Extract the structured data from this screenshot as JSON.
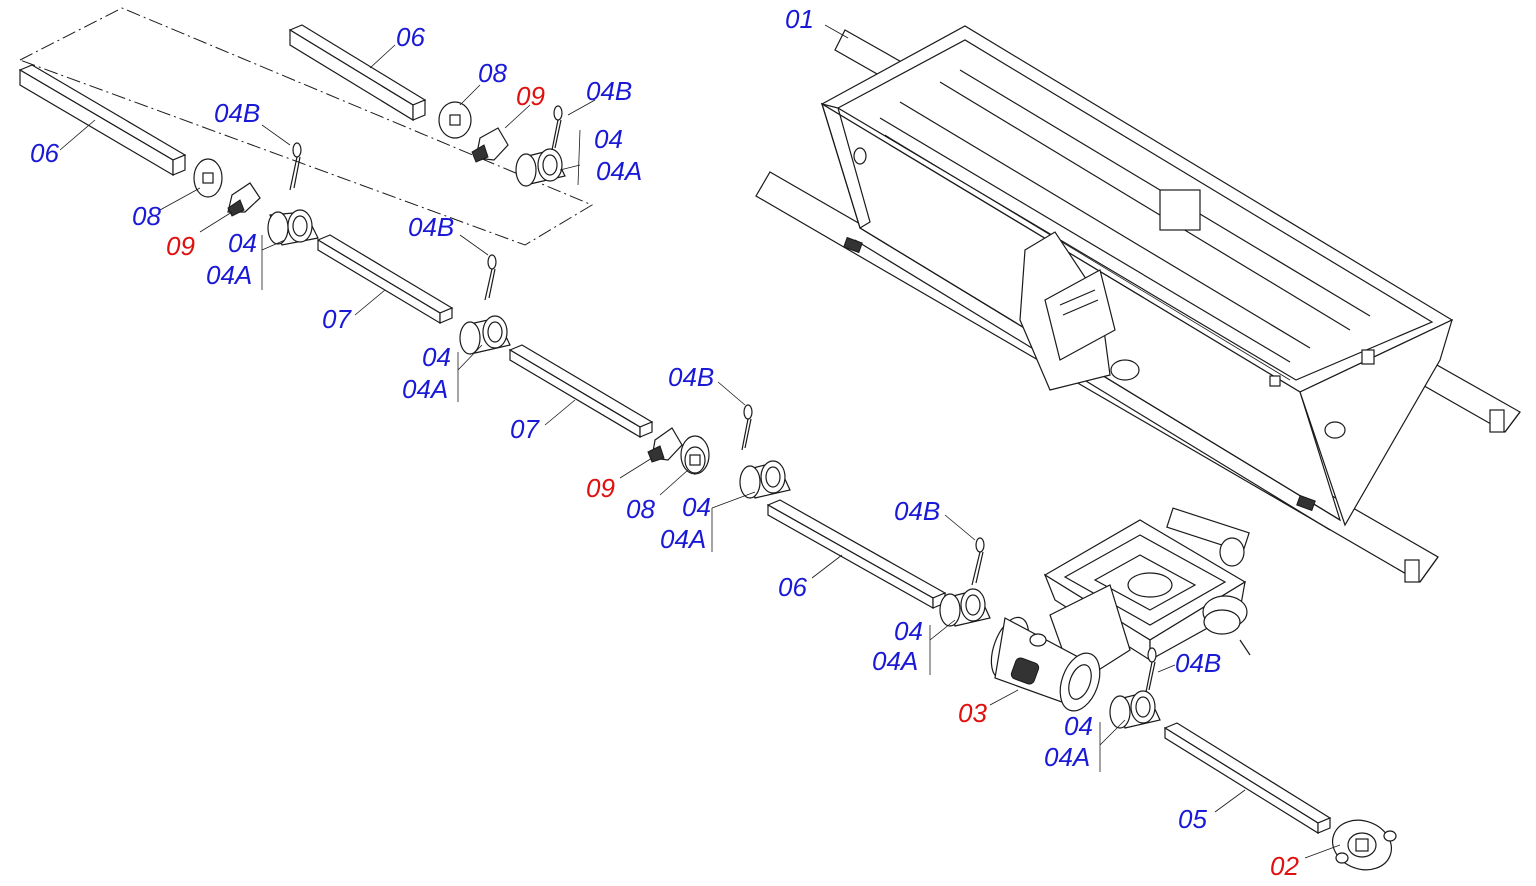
{
  "colors": {
    "label_blue": "#1a1ad6",
    "label_red": "#e01010",
    "line": "#1a1a1a"
  },
  "labels": {
    "l01": "01",
    "l02": "02",
    "l03": "03",
    "l04": "04",
    "l04A": "04A",
    "l04B": "04B",
    "l05": "05",
    "l06": "06",
    "l07": "07",
    "l08": "08",
    "l09": "09"
  }
}
